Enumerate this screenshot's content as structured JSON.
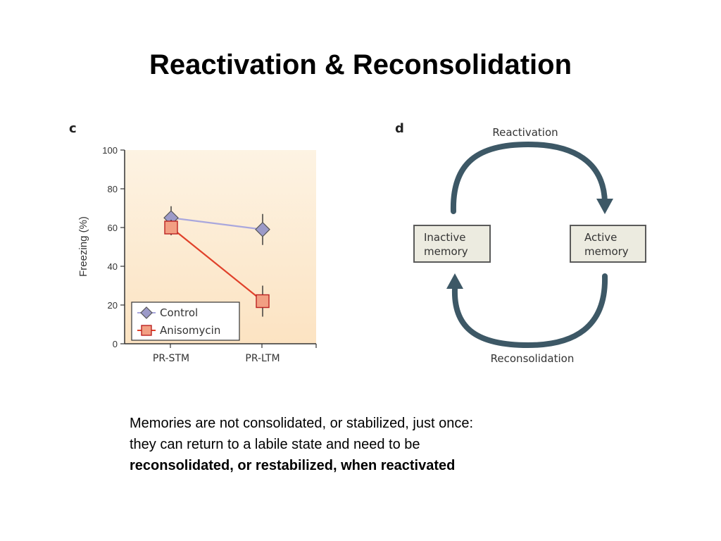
{
  "slide": {
    "title": "Reactivation & Reconsolidation",
    "caption_line1": "Memories are not consolidated, or stabilized, just once:",
    "caption_line2": "they can return to a labile state and need to be",
    "caption_line3_bold": "reconsolidated, or restabilized, when reactivated"
  },
  "panel_c": {
    "letter": "c"
  },
  "panel_d": {
    "letter": "d",
    "top_arrow_label": "Reactivation",
    "bottom_arrow_label": "Reconsolidation",
    "left_box": [
      "Inactive",
      "memory"
    ],
    "right_box": [
      "Active",
      "memory"
    ],
    "colors": {
      "arrow": "#3d5866",
      "box_fill": "#ecebe0",
      "box_border": "#5a5a5a"
    }
  },
  "chart_data": {
    "type": "line",
    "categories": [
      "PR-STM",
      "PR-LTM"
    ],
    "ylabel": "Freezing (%)",
    "xlabel": "",
    "ylim": [
      0,
      100
    ],
    "yticks": [
      0,
      20,
      40,
      60,
      80,
      100
    ],
    "legend_placement": "bottom-left",
    "grid": false,
    "series": [
      {
        "name": "Control",
        "values": [
          65,
          59
        ],
        "error": [
          6,
          8
        ],
        "marker": "diamond",
        "line_color": "#a9a7dd",
        "marker_fill": "#9c9ac8"
      },
      {
        "name": "Anisomycin",
        "values": [
          60,
          22
        ],
        "error": [
          4,
          8
        ],
        "marker": "square",
        "line_color": "#e0412a",
        "marker_fill": "#f29f83"
      }
    ],
    "colors": {
      "plot_bg_top": "#fdf3e3",
      "plot_bg_bottom": "#fce3c2"
    }
  }
}
